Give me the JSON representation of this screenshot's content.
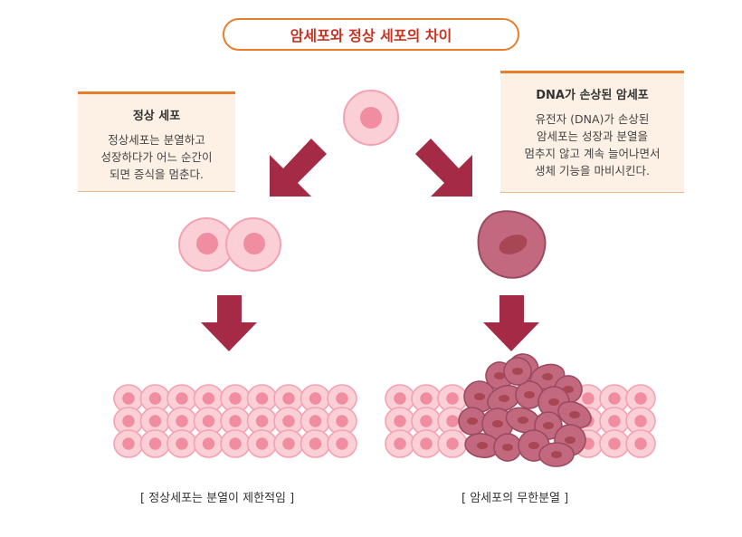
{
  "title": "암세포와 정상 세포의 차이",
  "normal_box": {
    "heading": "정상 세포",
    "lines": [
      "정상세포는 분열하고",
      "성장하다가 어느 순간이",
      "되면 증식을 멈춘다."
    ]
  },
  "cancer_box": {
    "heading": "DNA가 손상된 암세포",
    "lines": [
      "유전자 (DNA)가 손상된",
      "암세포는 성장과 분열을",
      "멈추지 않고 계속 늘어나면서",
      "생체 기능을 마비시킨다."
    ]
  },
  "captions": {
    "normal": "[ 정상세포는 분열이 제한적임 ]",
    "cancer": "[ 암세포의 무한분열 ]"
  },
  "colors": {
    "accent_orange": "#e87e2c",
    "title_red": "#c8341f",
    "arrow": "#a52a46",
    "cell_fill": "#fbcfd6",
    "cell_stroke": "#f4a2b1",
    "nucleus": "#f08da0",
    "cancer_fill": "#c2697f",
    "cancer_stroke": "#9c4a60",
    "cancer_nucleus": "#a84654",
    "box_bg": "#fdf1e6"
  }
}
